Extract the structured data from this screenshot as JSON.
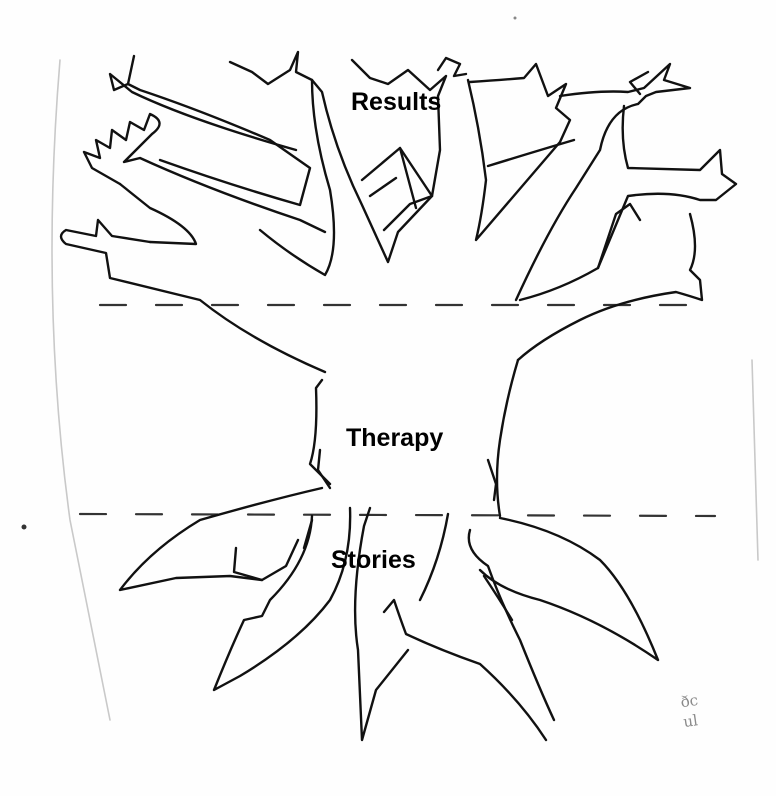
{
  "diagram": {
    "labels": {
      "top": "Results",
      "middle": "Therapy",
      "bottom": "Stories"
    },
    "scribble": [
      "ðc",
      "ul"
    ]
  }
}
